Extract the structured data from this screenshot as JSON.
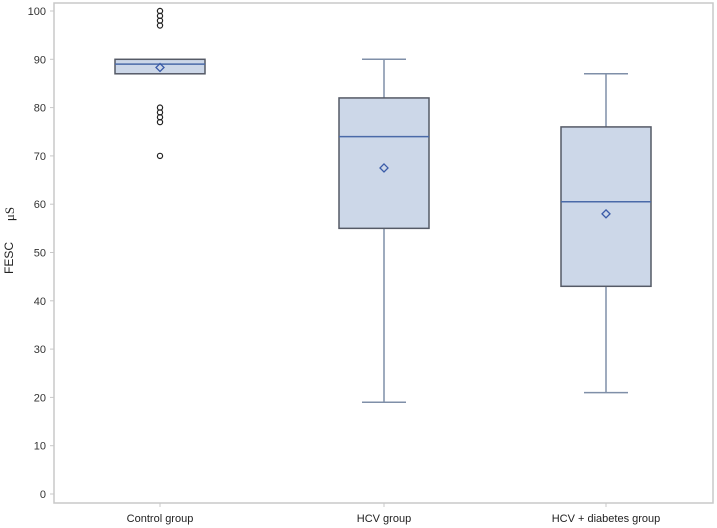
{
  "chart_data": {
    "type": "box",
    "title": "",
    "xlabel": "",
    "ylabel": "FESC",
    "ylabel_unit": "μS",
    "ylim": [
      0,
      100
    ],
    "yticks": [
      0,
      10,
      20,
      30,
      40,
      50,
      60,
      70,
      80,
      90,
      100
    ],
    "grid": false,
    "legend": null,
    "categories": [
      "Control group",
      "HCV group",
      "HCV + diabetes group"
    ],
    "series": [
      {
        "name": "Control group",
        "whisker_low": 87,
        "q1": 87,
        "median": 89,
        "mean": 88.3,
        "q3": 90,
        "whisker_high": 90,
        "outliers": [
          100,
          99,
          98,
          97,
          80,
          79,
          78,
          77,
          70
        ]
      },
      {
        "name": "HCV group",
        "whisker_low": 19,
        "q1": 55,
        "median": 74,
        "mean": 67.5,
        "q3": 82,
        "whisker_high": 90,
        "outliers": []
      },
      {
        "name": "HCV + diabetes group",
        "whisker_low": 21,
        "q1": 43,
        "median": 60.5,
        "mean": 58,
        "q3": 76,
        "whisker_high": 87,
        "outliers": []
      }
    ],
    "colors": {
      "box_fill": "#ccd7e8",
      "box_border": "#555a66",
      "median_line": "#4a6aa8",
      "whisker": "#7f8fa8",
      "mean_marker": "#3a5ba8",
      "outlier": "#222222",
      "axis": "#c8c8c8"
    }
  }
}
